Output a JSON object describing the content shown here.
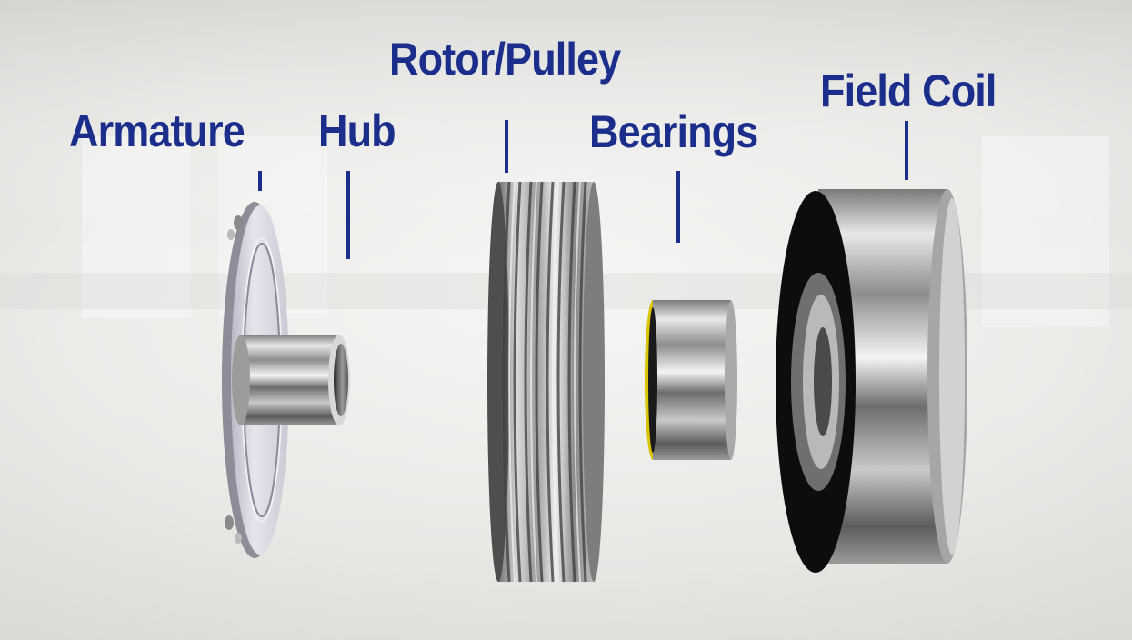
{
  "diagram": {
    "label_color": "#1c2e8c",
    "labels": {
      "armature": "Armature",
      "hub": "Hub",
      "rotor_pulley": "Rotor/Pulley",
      "bearings": "Bearings",
      "field_coil": "Field Coil"
    },
    "components": [
      "armature-plate",
      "hub-sleeve",
      "rotor-pulley",
      "bearing-ring",
      "field-coil-housing"
    ]
  }
}
